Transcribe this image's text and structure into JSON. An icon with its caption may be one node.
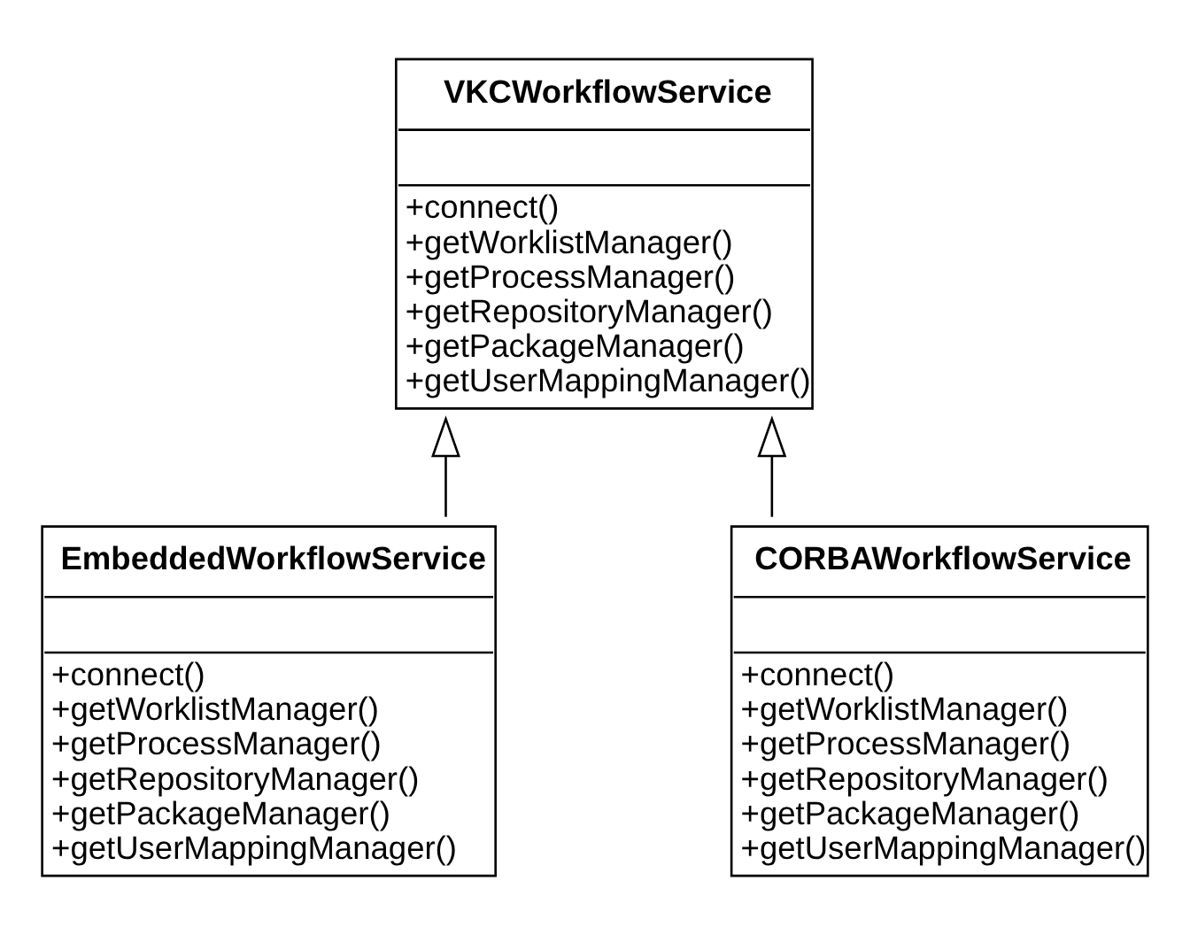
{
  "diagram": {
    "nodes": [
      {
        "text": [
          "VKCWorkflowService",
          "+connect()",
          "+getWorklistManager()",
          "+getProcessManager()",
          "+getRepositoryManager()",
          "+getPackageManager()",
          "+getUserMappingManager()"
        ]
      },
      {
        "text": [
          "EmbeddedWorkflowService",
          "+connect()",
          "+getWorklistManager()",
          "+getProcessManager()",
          "+getRepositoryManager()",
          "+getPackageManager()",
          "+getUserMappingManager()"
        ]
      },
      {
        "text": [
          "CORBAWorkflowService",
          "+connect()",
          "+getWorklistManager()",
          "+getProcessManager()",
          "+getRepositoryManager()",
          "+getPackageManager()",
          "+getUserMappingManager()"
        ]
      }
    ],
    "edges": [
      {
        "from": 1,
        "to": 0,
        "arrow": "to"
      },
      {
        "from": 2,
        "to": 0,
        "arrow": "to"
      }
    ]
  }
}
